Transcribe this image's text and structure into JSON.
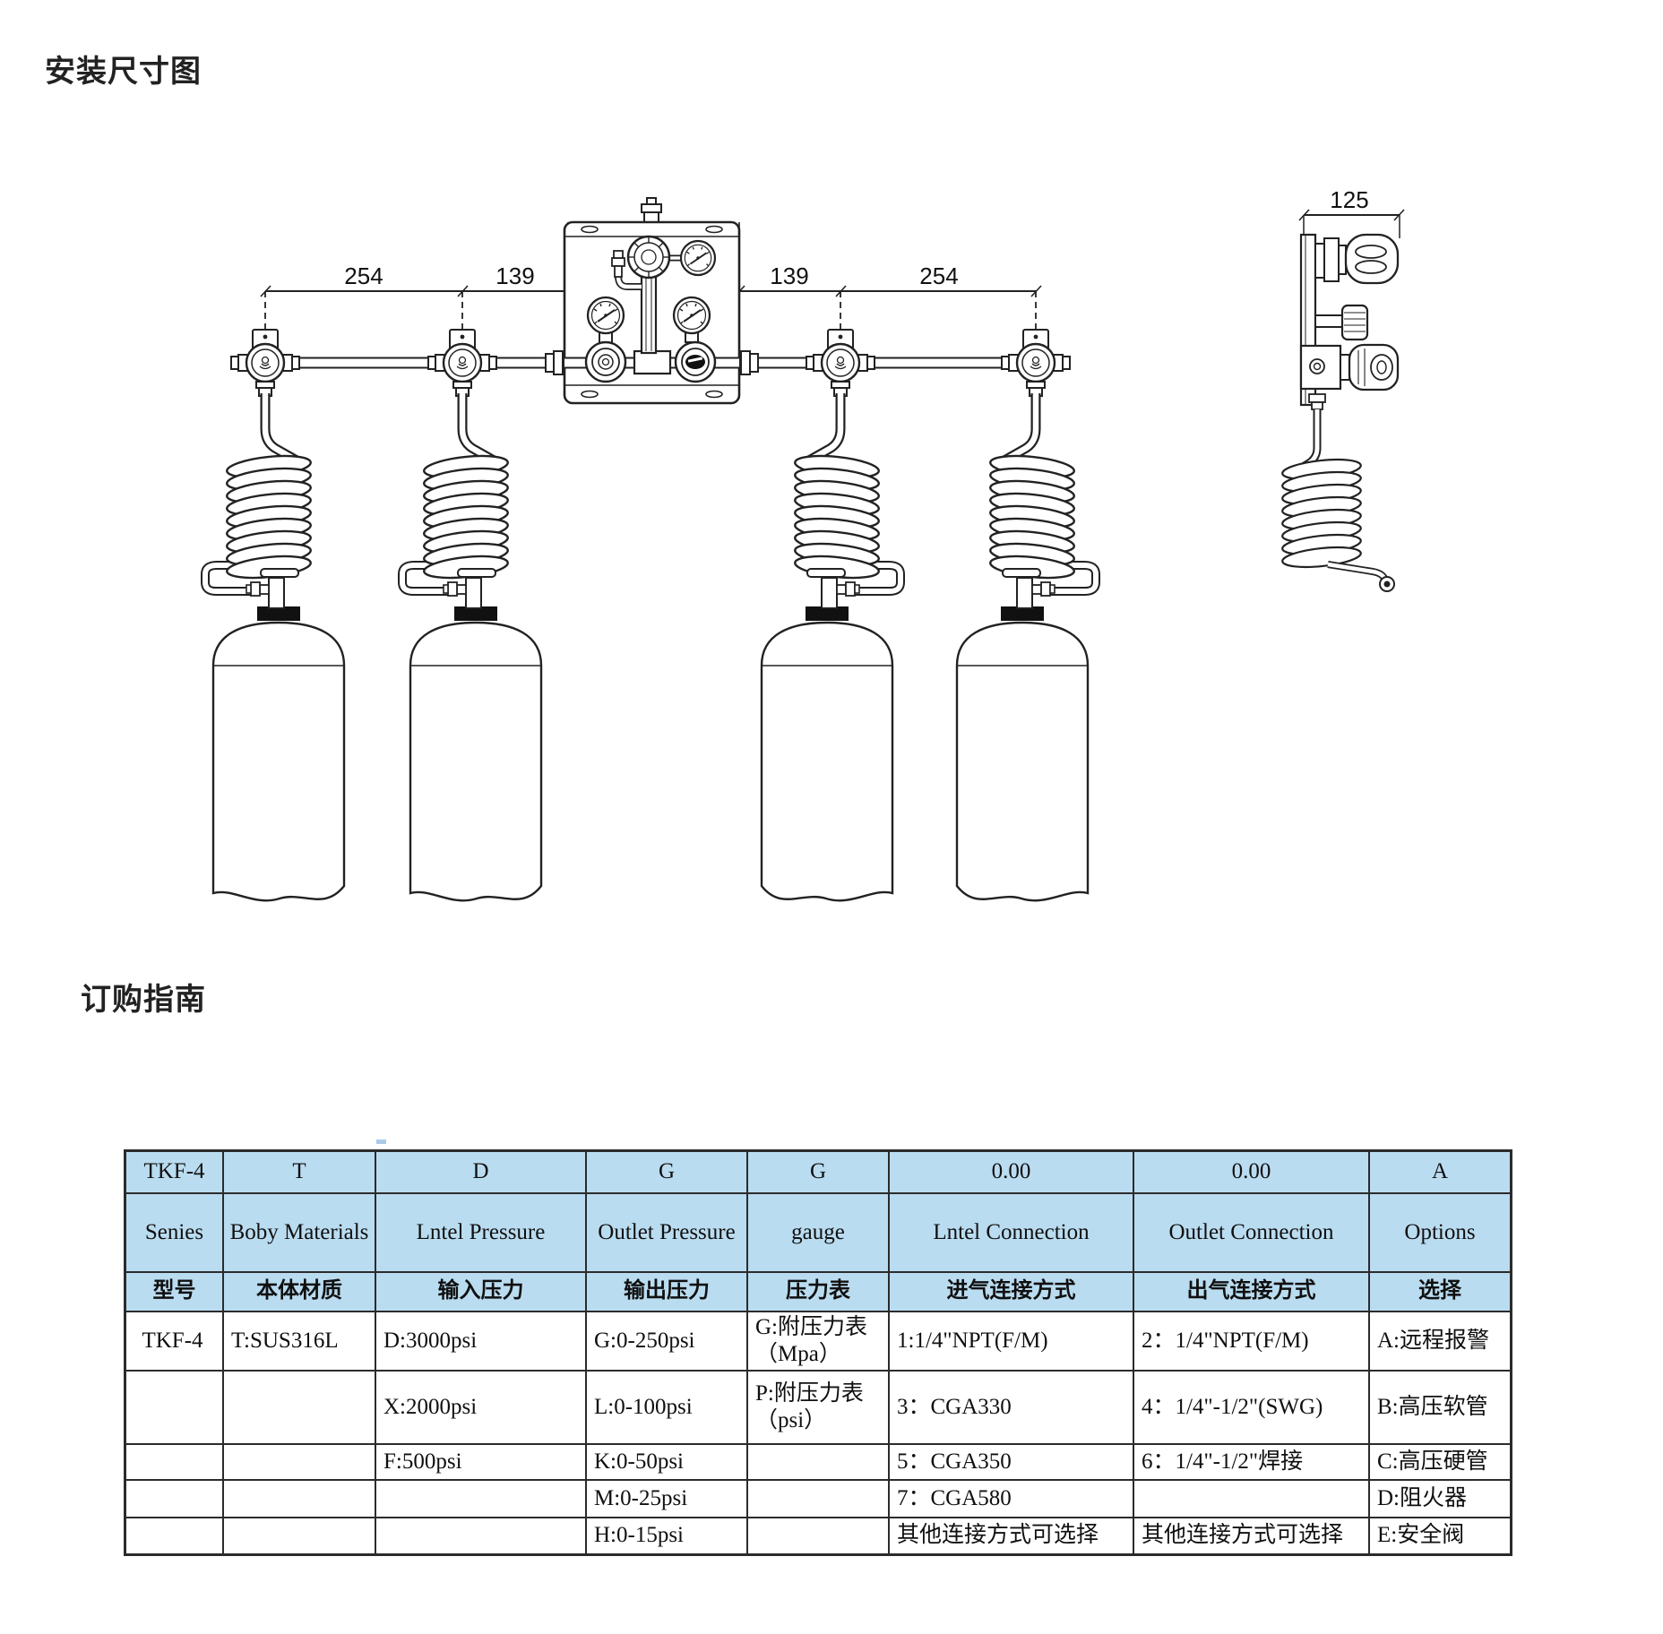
{
  "titles": {
    "installation": "安装尺寸图",
    "ordering": "订购指南"
  },
  "diagram": {
    "dims": {
      "left_outer": "254",
      "left_inner": "139",
      "right_inner": "139",
      "right_outer": "254",
      "side": "125"
    }
  },
  "table": {
    "header_bg": "#badcf0",
    "header_rows": [
      [
        "TKF-4",
        "T",
        "D",
        "G",
        "G",
        "0.00",
        "0.00",
        "A"
      ],
      [
        "Senies",
        "Boby Materials",
        "Lntel Pressure",
        "Outlet Pressure",
        "gauge",
        "Lntel Connection",
        "Outlet Connection",
        "Options"
      ],
      [
        "型号",
        "本体材质",
        "输入压力",
        "输出压力",
        "压力表",
        "进气连接方式",
        "出气连接方式",
        "选择"
      ]
    ],
    "body_rows": [
      [
        "TKF-4",
        "T:SUS316L",
        "D:3000psi",
        "G:0-250psi",
        "G:附压力表\n（Mpa）",
        "1:1/4\"NPT(F/M)",
        "2：1/4\"NPT(F/M)",
        "A:远程报警"
      ],
      [
        "",
        "",
        "X:2000psi",
        "L:0-100psi",
        "P:附压力表\n（psi）",
        "3：CGA330",
        "4：1/4\"-1/2\"(SWG)",
        "B:高压软管"
      ],
      [
        "",
        "",
        "F:500psi",
        "K:0-50psi",
        "",
        "5：CGA350",
        "6：1/4\"-1/2\"焊接",
        "C:高压硬管"
      ],
      [
        "",
        "",
        "",
        "M:0-25psi",
        "",
        "7：CGA580",
        "",
        "D:阻火器"
      ],
      [
        "",
        "",
        "",
        "H:0-15psi",
        "",
        "其他连接方式可选择",
        "其他连接方式可选择",
        "E:安全阀"
      ]
    ]
  }
}
